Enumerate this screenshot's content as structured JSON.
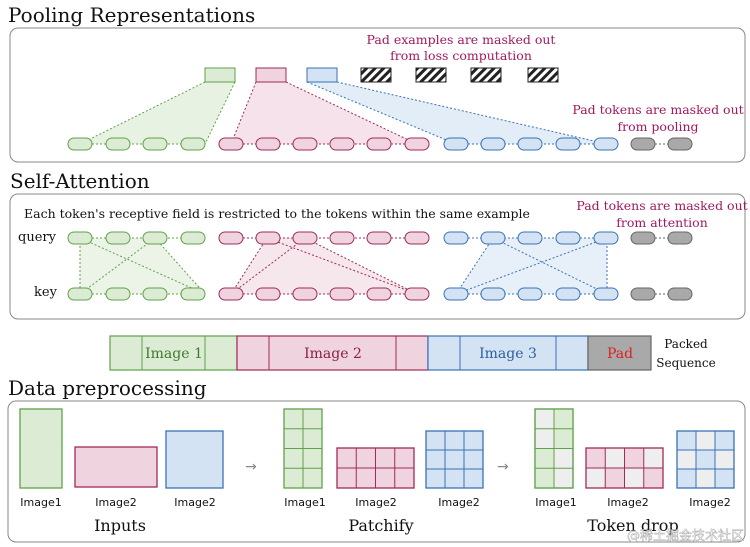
{
  "sections": {
    "pooling": {
      "title": "Pooling Representations",
      "note_examples_line1": "Pad examples are masked out",
      "note_examples_line2": "from loss computation",
      "note_tokens_line1": "Pad tokens are masked out",
      "note_tokens_line2": "from pooling"
    },
    "attention": {
      "title": "Self-Attention",
      "caption": "Each token's receptive field is restricted to the tokens within the same example",
      "query_label": "query",
      "key_label": "key",
      "note_line1": "Pad tokens are masked out",
      "note_line2": "from attention"
    },
    "packed": {
      "segments": [
        "Image 1",
        "Image 2",
        "Image 3",
        "Pad"
      ],
      "label_line1": "Packed",
      "label_line2": "Sequence"
    },
    "preprocessing": {
      "title": "Data preprocessing",
      "stage_inputs": "Inputs",
      "stage_patchify": "Patchify",
      "stage_tokendrop": "Token drop",
      "image_labels": [
        "Image1",
        "Image2",
        "Image2",
        "Image1",
        "Image2",
        "Image2",
        "Image1",
        "Image2",
        "Image2"
      ],
      "arrow_glyph": "→"
    },
    "watermark": "@稀土掘金技术社区"
  },
  "colors": {
    "green_fill": "#dcebd3",
    "green_stroke": "#5fa24a",
    "pink_fill": "#efd3de",
    "pink_stroke": "#a02a5a",
    "blue_fill": "#d3e3f3",
    "blue_stroke": "#3b72b5",
    "gray_fill": "#a9a9a9",
    "gray_stroke": "#666666",
    "note_color": "#a0185f",
    "pad_text": "#e02020"
  }
}
